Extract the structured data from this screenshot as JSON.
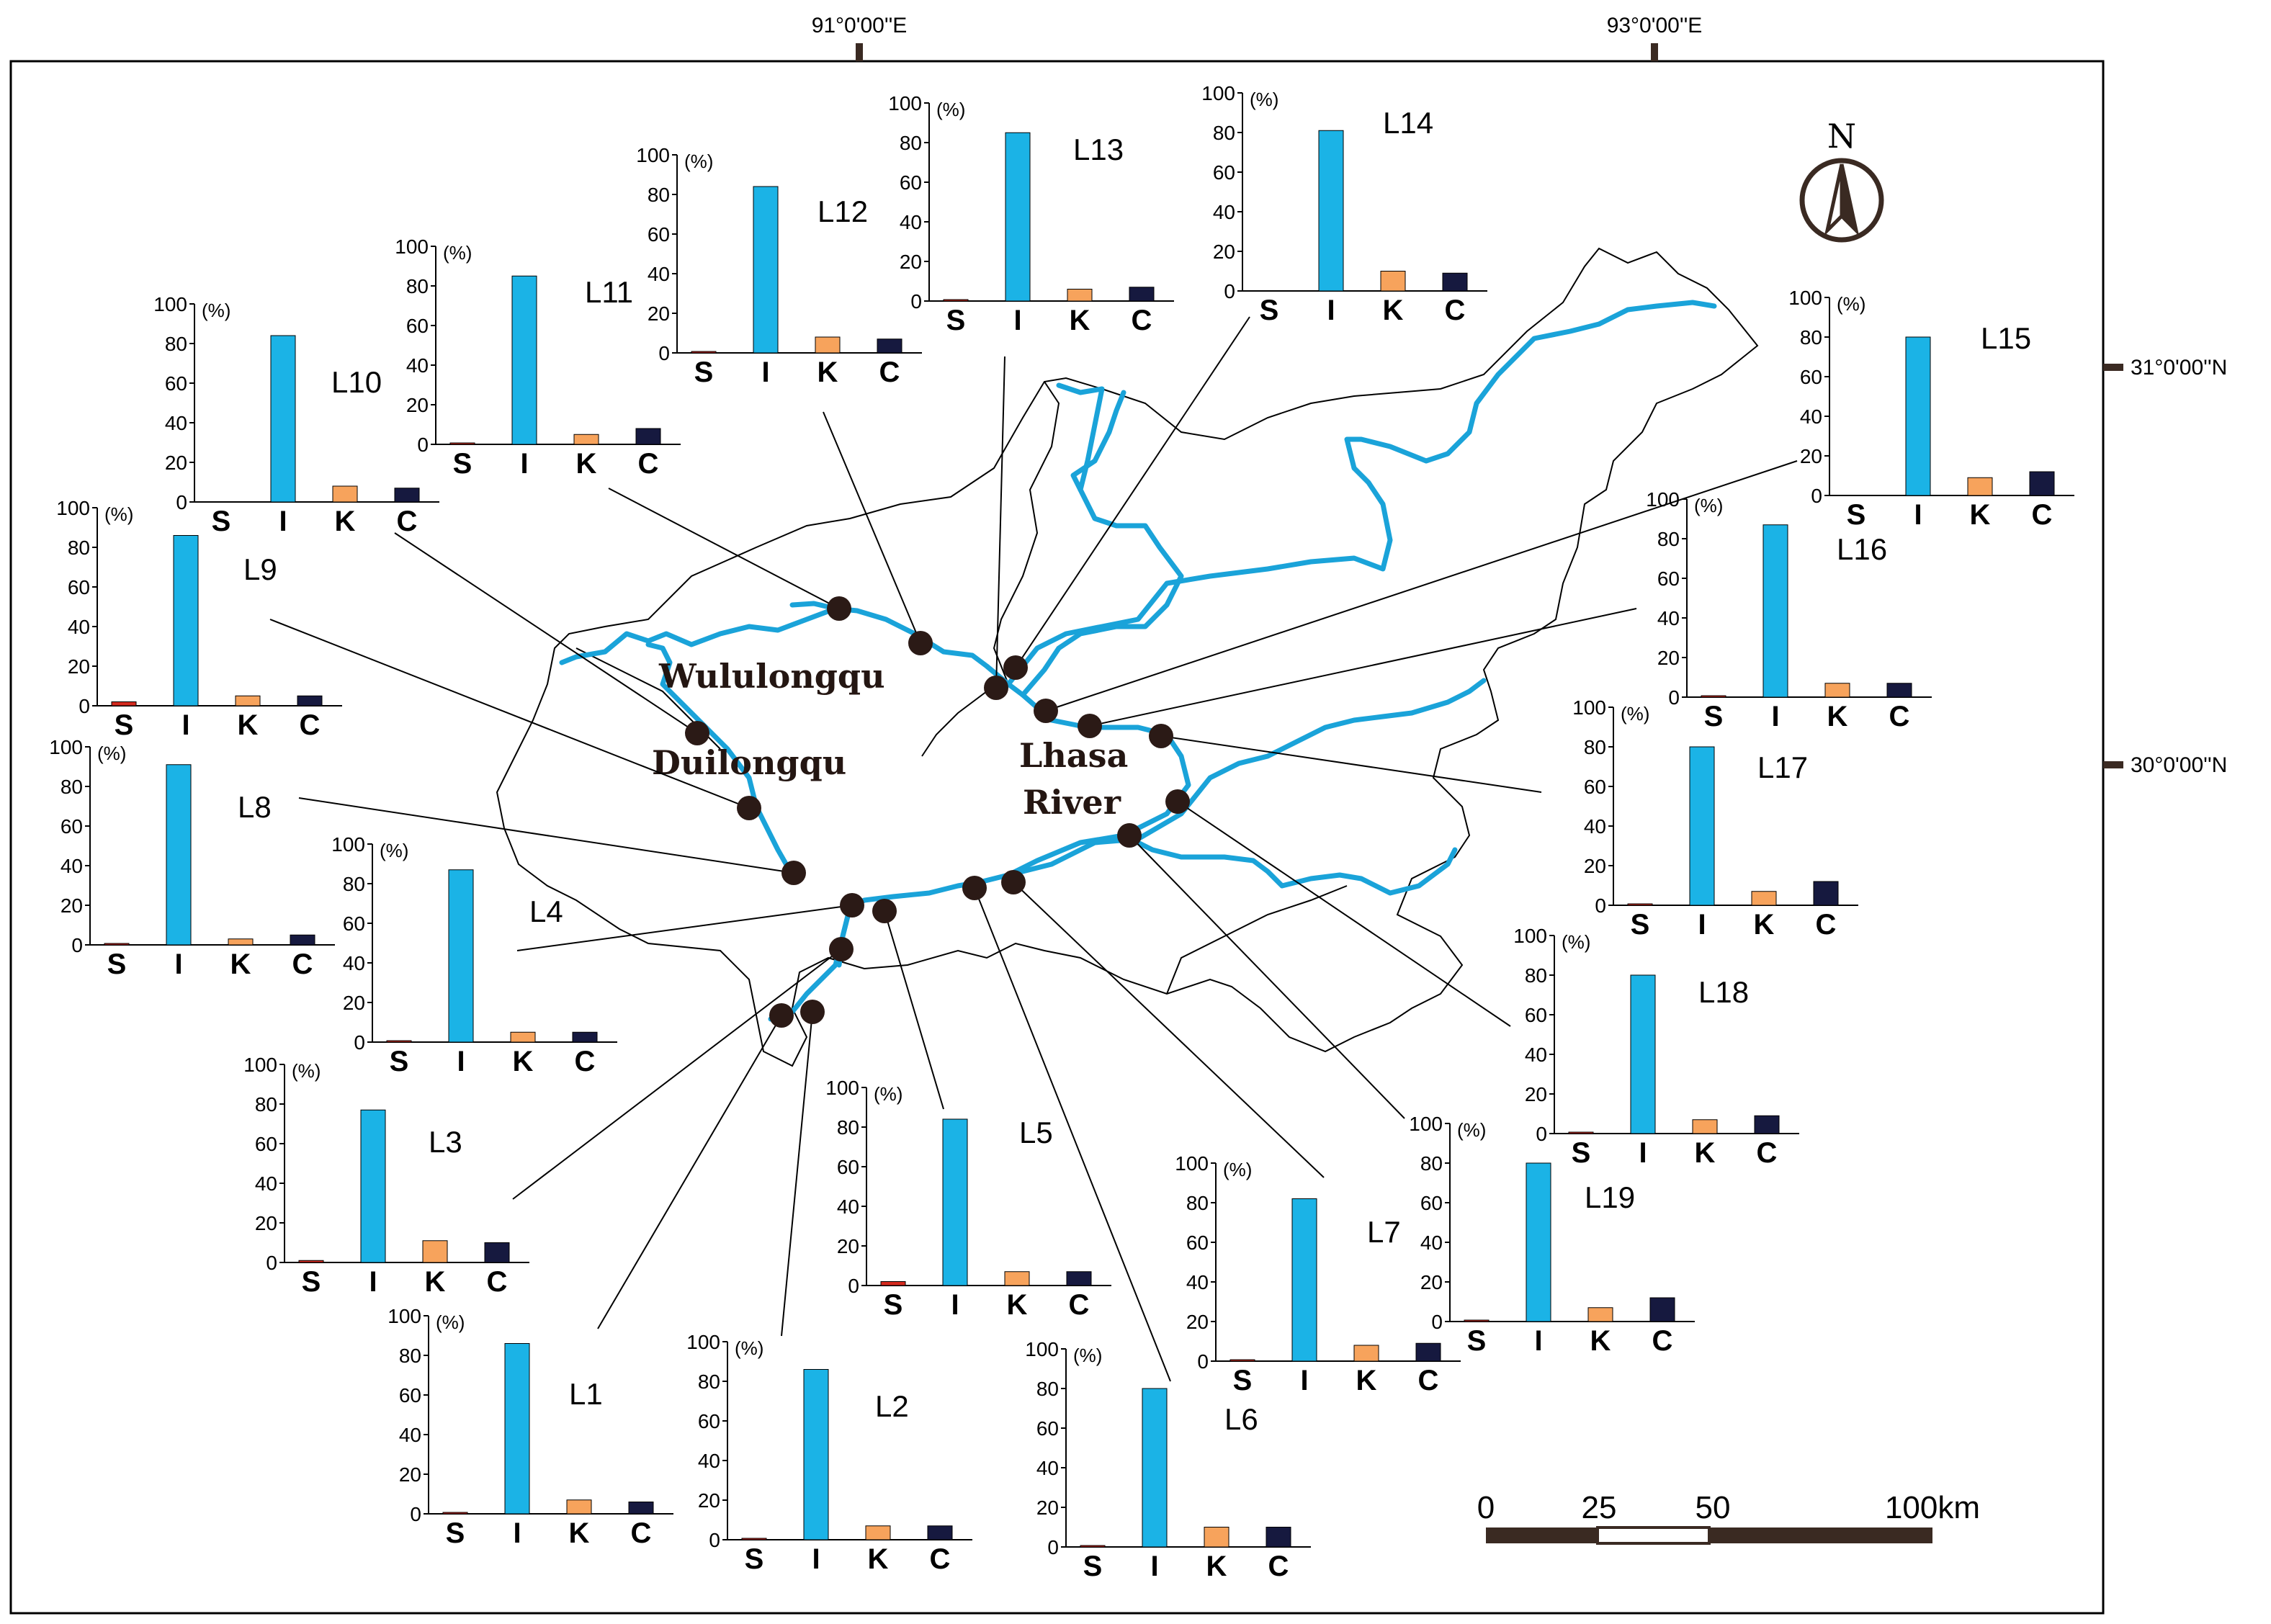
{
  "map": {
    "graticule": {
      "lon_labels": [
        "91°0'00''E",
        "93°0'00''E"
      ],
      "lat_labels": [
        "31°0'00''N",
        "30°0'00''N"
      ]
    },
    "north_arrow": {
      "label": "N"
    },
    "rivers": [
      "Wululongqu",
      "Duilongqu",
      "Lhasa River"
    ],
    "scale_bar": {
      "ticks": [
        "0",
        "25",
        "50",
        "100km"
      ]
    },
    "colors": {
      "S": "#d42a1e",
      "I": "#1bb3e6",
      "K": "#f7a35c",
      "C": "#16193f",
      "river": "#1aa3d9",
      "boundary": "#000000",
      "site": "#2b1a16"
    }
  },
  "chart_data": {
    "type": "bar",
    "categories": [
      "S",
      "I",
      "K",
      "C"
    ],
    "unit_label": "(%)",
    "ylim": [
      0,
      100
    ],
    "yticks": [
      0,
      20,
      40,
      60,
      80,
      100
    ],
    "charts": [
      {
        "label": "L1",
        "values": [
          0.5,
          86,
          7,
          6
        ]
      },
      {
        "label": "L2",
        "values": [
          0.3,
          86,
          7,
          7
        ]
      },
      {
        "label": "L3",
        "values": [
          1,
          77,
          11,
          10
        ]
      },
      {
        "label": "L4",
        "values": [
          0.5,
          87,
          5,
          5
        ]
      },
      {
        "label": "L5",
        "values": [
          2,
          84,
          7,
          7
        ]
      },
      {
        "label": "L6",
        "values": [
          0.5,
          80,
          10,
          10
        ]
      },
      {
        "label": "L7",
        "values": [
          0.5,
          82,
          8,
          9
        ]
      },
      {
        "label": "L8",
        "values": [
          0.5,
          91,
          3,
          5
        ]
      },
      {
        "label": "L9",
        "values": [
          2,
          86,
          5,
          5
        ]
      },
      {
        "label": "L10",
        "values": [
          0,
          84,
          8,
          7
        ]
      },
      {
        "label": "L11",
        "values": [
          0.3,
          85,
          5,
          8
        ]
      },
      {
        "label": "L12",
        "values": [
          0.2,
          84,
          8,
          7
        ]
      },
      {
        "label": "L13",
        "values": [
          0.3,
          85,
          6,
          7
        ]
      },
      {
        "label": "L14",
        "values": [
          0,
          81,
          10,
          9
        ]
      },
      {
        "label": "L15",
        "values": [
          0,
          80,
          9,
          12
        ]
      },
      {
        "label": "L16",
        "values": [
          0.3,
          87,
          7,
          7
        ]
      },
      {
        "label": "L17",
        "values": [
          0.3,
          80,
          7,
          12
        ]
      },
      {
        "label": "L18",
        "values": [
          0.5,
          80,
          7,
          9
        ]
      },
      {
        "label": "L19",
        "values": [
          0.3,
          80,
          7,
          12
        ]
      }
    ]
  }
}
